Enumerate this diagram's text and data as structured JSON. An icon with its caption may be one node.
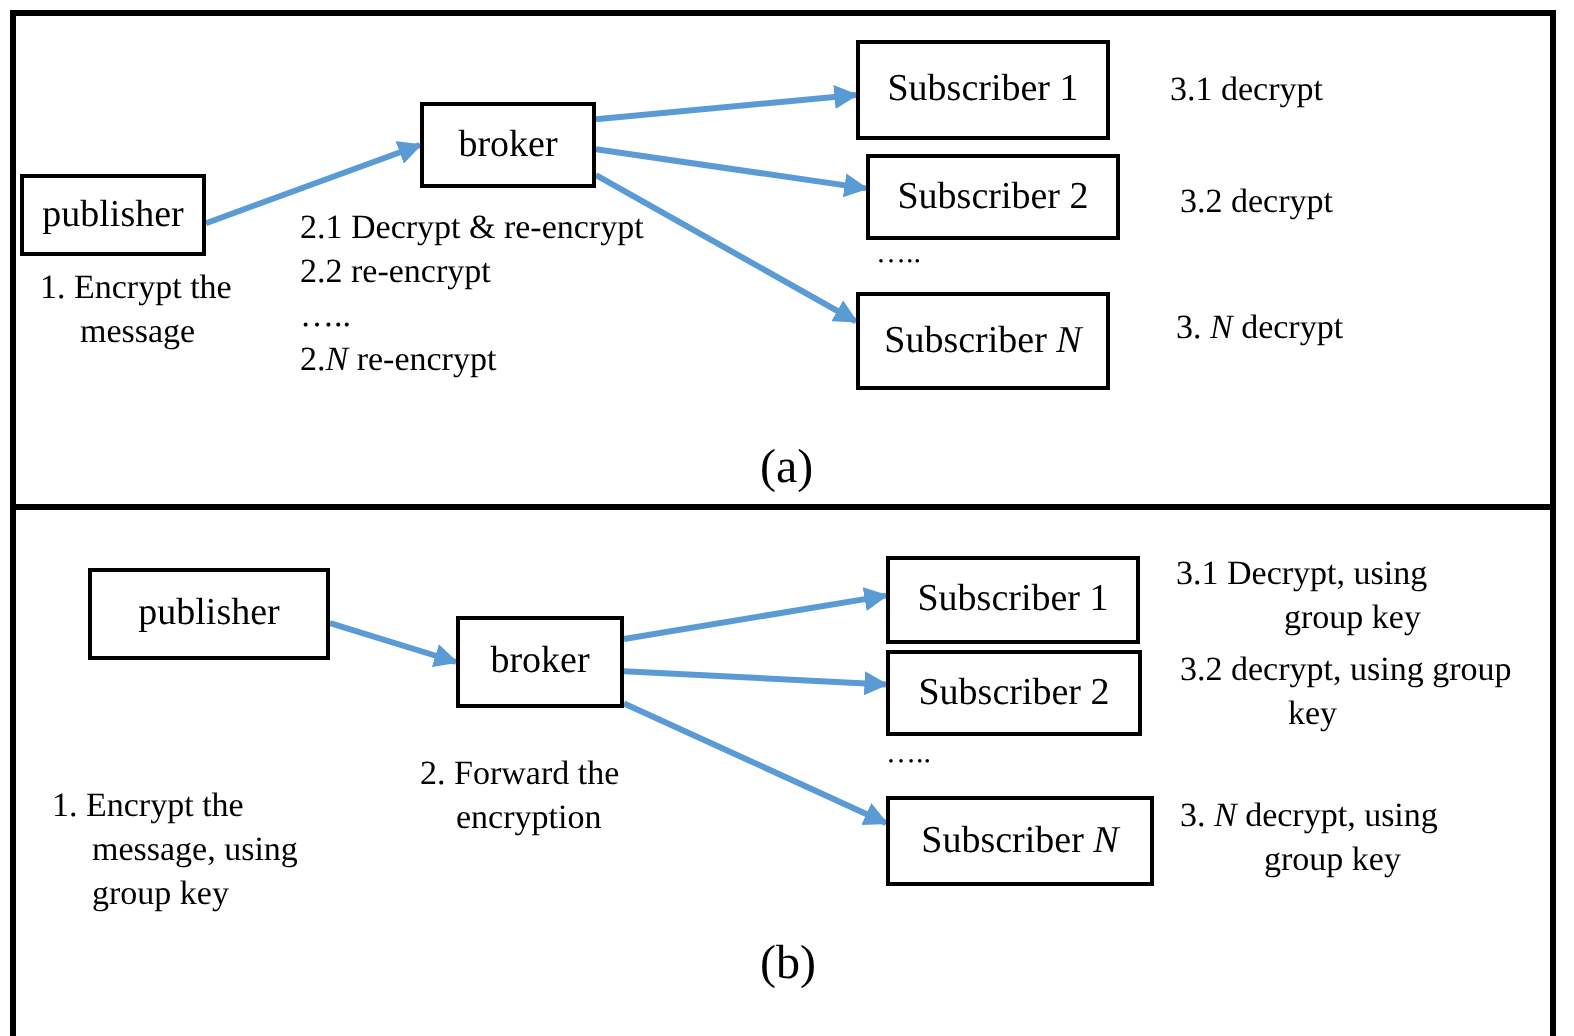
{
  "diagram": {
    "nodes": [
      {
        "text": [
          "publisher"
        ],
        "beside": [
          "1. Encrypt the message"
        ]
      },
      {
        "text": [
          "broker"
        ],
        "beside": [
          "2.1 Decrypt & re-encrypt",
          "2.2 re-encrypt",
          "…..",
          "2.*N* re-encrypt"
        ]
      },
      {
        "text": [
          "Subscriber 1"
        ],
        "beside": [
          "3.1  decrypt"
        ]
      },
      {
        "text": [
          "Subscriber 2"
        ],
        "beside": [
          "3.2  decrypt"
        ]
      },
      {
        "text": [
          "Subscriber *N*"
        ],
        "beside": [
          "3. *N* decrypt"
        ]
      },
      {
        "text": [
          "publisher"
        ],
        "beside": [
          "1. Encrypt the message, using group key"
        ]
      },
      {
        "text": [
          "broker"
        ],
        "beside": [
          "2. Forward the encryption"
        ]
      },
      {
        "text": [
          "Subscriber 1"
        ],
        "beside": [
          "3.1  Decrypt, using group key"
        ]
      },
      {
        "text": [
          "Subscriber 2"
        ],
        "beside": [
          "3.2  decrypt, using group key"
        ]
      },
      {
        "text": [
          "Subscriber *N*"
        ],
        "beside": [
          "3. *N* decrypt, using group key"
        ]
      }
    ],
    "edges": [
      {
        "from": 0,
        "to": 1,
        "arrow": "to"
      },
      {
        "from": 1,
        "to": 2,
        "arrow": "to"
      },
      {
        "from": 1,
        "to": 3,
        "arrow": "to"
      },
      {
        "from": 1,
        "to": 4,
        "arrow": "to"
      },
      {
        "from": 5,
        "to": 6,
        "arrow": "to"
      },
      {
        "from": 6,
        "to": 7,
        "arrow": "to"
      },
      {
        "from": 6,
        "to": 8,
        "arrow": "to"
      },
      {
        "from": 6,
        "to": 9,
        "arrow": "to"
      }
    ],
    "labels": [
      "…..",
      "(a)",
      "…..",
      "(b)"
    ]
  }
}
